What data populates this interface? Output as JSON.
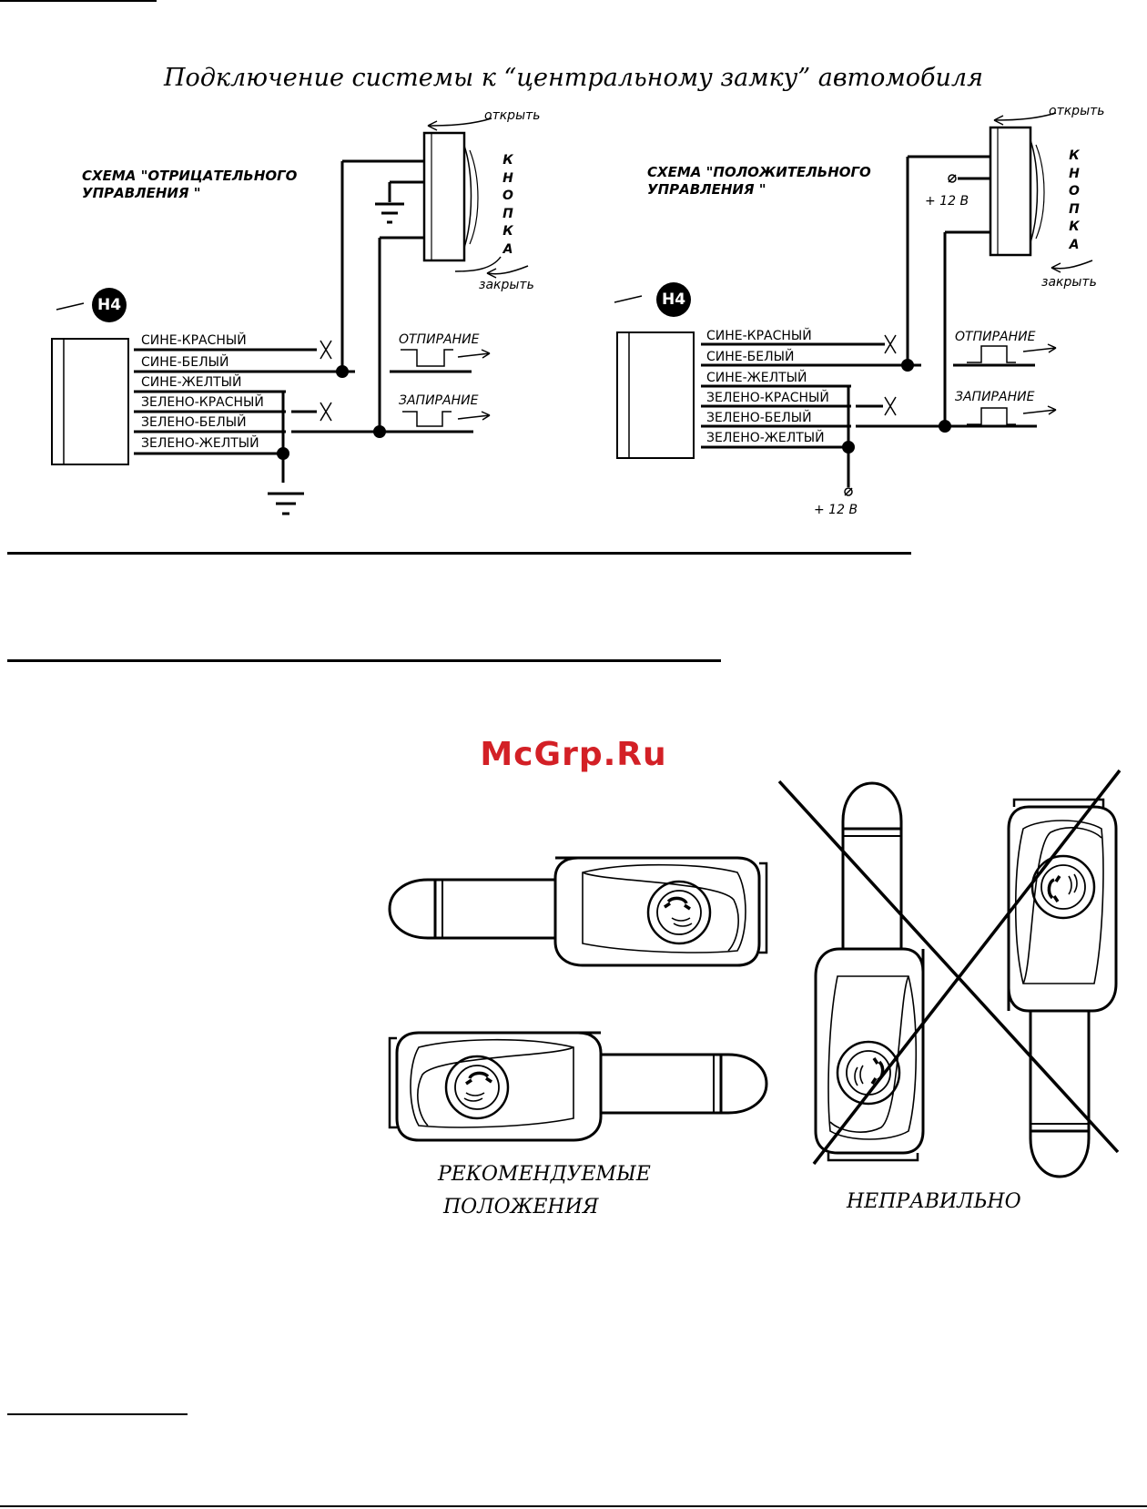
{
  "heading": "Подключение системы к “центральному замку” автомобиля",
  "left_scheme": {
    "title_line1": "СХЕМА \"ОТРИЦАТЕЛЬНОГО",
    "title_line2": "УПРАВЛЕНИЯ \"",
    "connector": "H4",
    "wires": [
      "СИНЕ-КРАСНЫЙ",
      "СИНЕ-БЕЛЫЙ",
      "СИНЕ-ЖЕЛТЫЙ",
      "ЗЕЛЕНО-КРАСНЫЙ",
      "ЗЕЛЕНО-БЕЛЫЙ",
      "ЗЕЛЕНО-ЖЕЛТЫЙ"
    ],
    "unlock_label": "ОТПИРАНИЕ",
    "lock_label": "ЗАПИРАНИЕ",
    "open_label": "открыть",
    "close_label": "закрыть",
    "button_letters": [
      "К",
      "Н",
      "О",
      "П",
      "К",
      "А"
    ]
  },
  "right_scheme": {
    "title_line1": "СХЕМА \"ПОЛОЖИТЕЛЬНОГО",
    "title_line2": "УПРАВЛЕНИЯ \"",
    "connector": "H4",
    "wires": [
      "СИНЕ-КРАСНЫЙ",
      "СИНЕ-БЕЛЫЙ",
      "СИНЕ-ЖЕЛТЫЙ",
      "ЗЕЛЕНО-КРАСНЫЙ",
      "ЗЕЛЕНО-БЕЛЫЙ",
      "ЗЕЛЕНО-ЖЕЛТЫЙ"
    ],
    "unlock_label": "ОТПИРАНИЕ",
    "lock_label": "ЗАПИРАНИЕ",
    "open_label": "открыть",
    "close_label": "закрыть",
    "button_letters": [
      "К",
      "Н",
      "О",
      "П",
      "К",
      "А"
    ],
    "plus12_top": "+ 12 В",
    "plus12_bottom": "+ 12 В"
  },
  "watermark": "McGrp.Ru",
  "captions": {
    "recommended_line1": "РЕКОМЕНДУЕМЫЕ",
    "recommended_line2": "ПОЛОЖЕНИЯ",
    "wrong": "НЕПРАВИЛЬНО"
  },
  "colors": {
    "watermark": "#d32026",
    "ink": "#000000"
  }
}
